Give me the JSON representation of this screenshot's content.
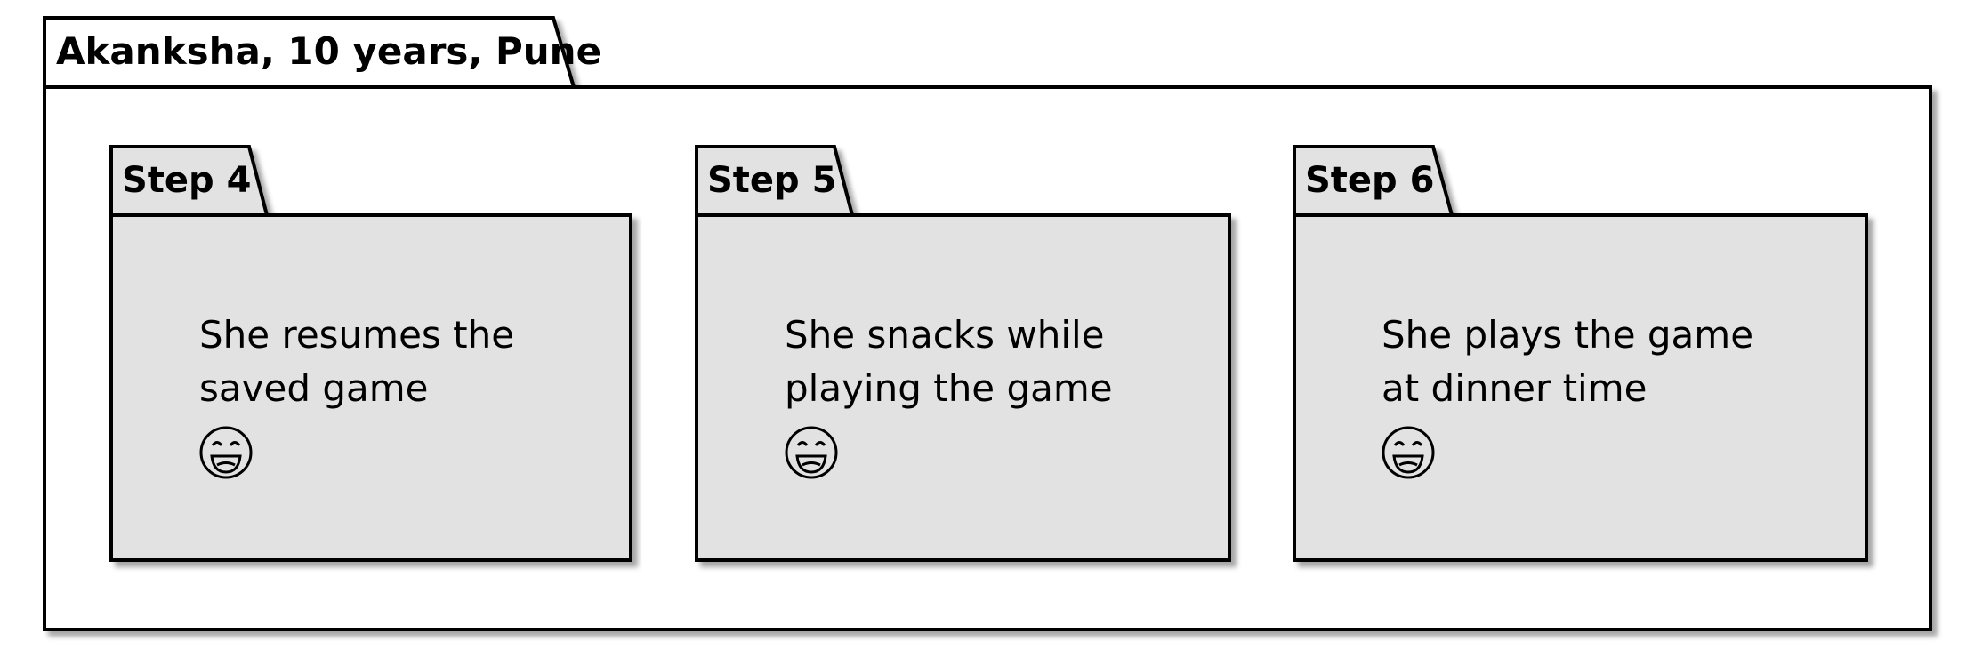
{
  "package": {
    "title": "Akanksha, 10 years, Pune"
  },
  "steps": [
    {
      "title": "Step 4",
      "lines": [
        "She resumes the",
        "saved game"
      ],
      "emotion_icon": "smiling-face-icon"
    },
    {
      "title": "Step 5",
      "lines": [
        "She snacks while",
        "playing the game"
      ],
      "emotion_icon": "smiling-face-icon"
    },
    {
      "title": "Step 6",
      "lines": [
        "She plays the game",
        "at dinner time"
      ],
      "emotion_icon": "smiling-face-icon"
    }
  ],
  "colors": {
    "outer_fill": "#ffffff",
    "step_fill": "#e2e2e2",
    "stroke": "#000000",
    "shadow": "#bbbbbb"
  }
}
